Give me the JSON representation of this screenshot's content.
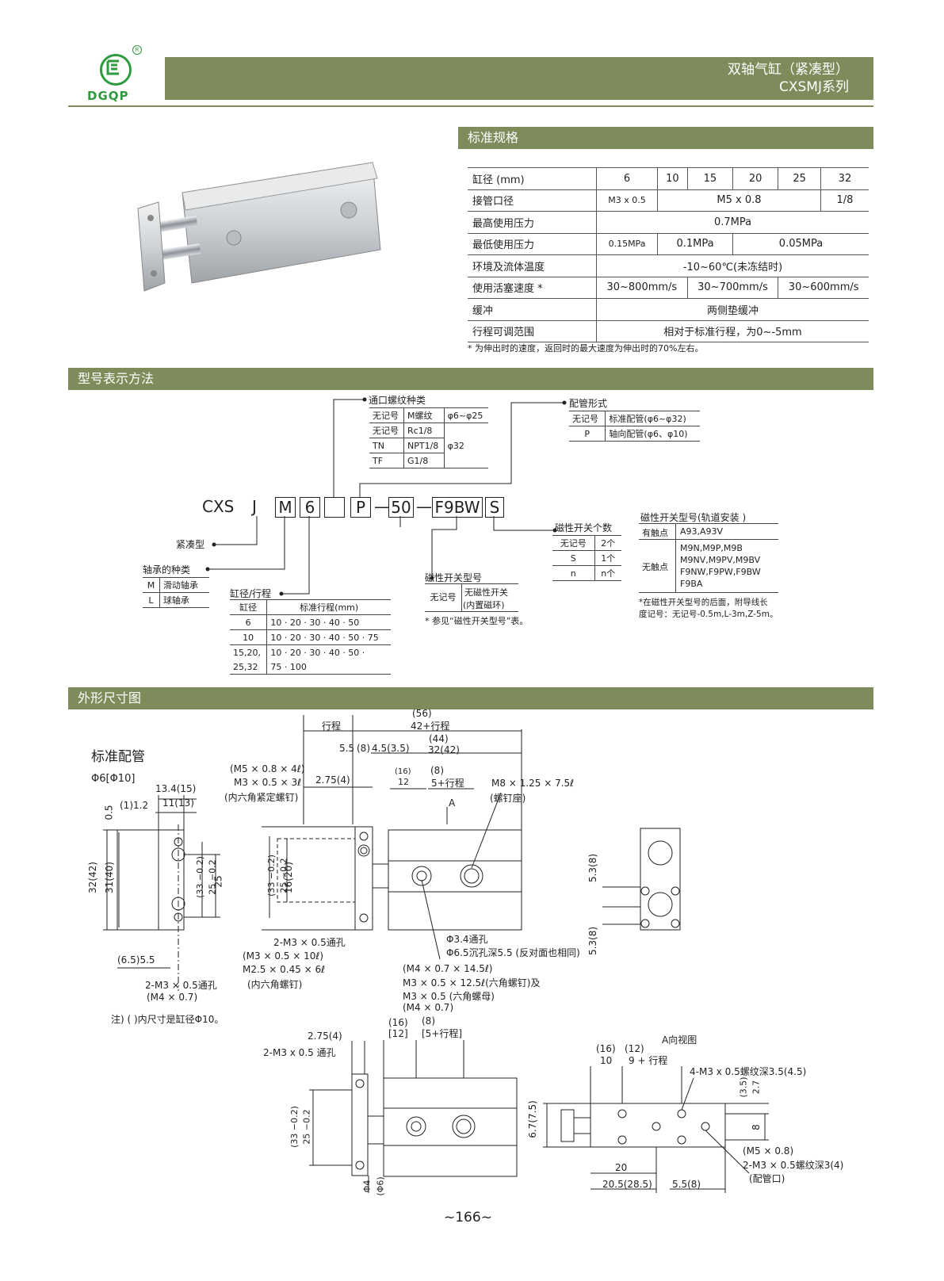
{
  "header": {
    "logo_text": "DGQP",
    "title_line1": "双轴气缸（紧凑型）",
    "title_line2": "CXSMJ系列"
  },
  "spec": {
    "section_title": "标准规格",
    "rows": [
      {
        "label": "缸径 (mm)",
        "cells": [
          "6",
          "10",
          "15",
          "20",
          "25",
          "32"
        ]
      },
      {
        "label": "接管口径",
        "cells": [
          "M3 x 0.5",
          "M5 x 0.8",
          "1/8"
        ]
      },
      {
        "label": "最高使用压力",
        "cells": [
          "0.7MPa"
        ]
      },
      {
        "label": "最低使用压力",
        "cells": [
          "0.15MPa",
          "0.1MPa",
          "0.05MPa"
        ]
      },
      {
        "label": "环境及流体温度",
        "cells": [
          "-10~60℃(未冻结时)"
        ]
      },
      {
        "label": "使用活塞速度 *",
        "cells": [
          "30~800mm/s",
          "30~700mm/s",
          "30~600mm/s"
        ]
      },
      {
        "label": "缓冲",
        "cells": [
          "两侧垫缓冲"
        ]
      },
      {
        "label": "行程可调范围",
        "cells": [
          "相对于标准行程，为0~-5mm"
        ]
      }
    ],
    "footnote": "* 为伸出时的速度，返回时的最大速度为伸出时的70%左右。"
  },
  "model": {
    "section_title": "型号表示方法",
    "code_parts": [
      "CXS",
      "J",
      "M",
      "6",
      "",
      "P",
      "—",
      "50",
      "—",
      "F9BW",
      "S"
    ],
    "thread": {
      "title": "通口螺纹种类",
      "rows": [
        [
          "无记号",
          "M螺纹",
          "φ6~φ25"
        ],
        [
          "无记号",
          "Rc1/8",
          ""
        ],
        [
          "TN",
          "NPT1/8",
          "φ32"
        ],
        [
          "TF",
          "G1/8",
          ""
        ]
      ]
    },
    "piping": {
      "title": "配管形式",
      "rows": [
        [
          "无记号",
          "标准配管(φ6~φ32)"
        ],
        [
          "P",
          "轴向配管(φ6、φ10)"
        ]
      ]
    },
    "compact_label": "紧凑型",
    "bearing": {
      "title": "轴承的种类",
      "rows": [
        [
          "M",
          "滑动轴承"
        ],
        [
          "L",
          "球轴承"
        ]
      ]
    },
    "bore_stroke": {
      "title": "缸径/行程",
      "header": [
        "缸径",
        "标准行程(mm)"
      ],
      "rows": [
        [
          "6",
          "10 · 20 · 30 · 40 · 50"
        ],
        [
          "10",
          "10 · 20 · 30 · 40 · 50 · 75"
        ],
        [
          "15,20,",
          "10 · 20 · 30 · 40 · 50 ·"
        ],
        [
          "25,32",
          "75 · 100"
        ]
      ]
    },
    "switch_type": {
      "title": "磁性开关型号",
      "rows": [
        [
          "无记号",
          "无磁性开关",
          "(内置磁环)"
        ]
      ],
      "note": "* 参见“磁性开关型号”表。"
    },
    "switch_count": {
      "title": "磁性开关个数",
      "rows": [
        [
          "无记号",
          "2个"
        ],
        [
          "S",
          "1个"
        ],
        [
          "n",
          "n个"
        ]
      ]
    },
    "switch_model": {
      "title": "磁性开关型号(轨道安装 )",
      "rows": [
        [
          "有触点",
          "A93,A93V"
        ],
        [
          "无触点",
          "M9N,M9P,M9B"
        ],
        [
          "",
          "M9NV,M9PV,M9BV"
        ],
        [
          "",
          "F9NW,F9PW,F9BW"
        ],
        [
          "",
          "F9BA"
        ]
      ],
      "note1": "*在磁性开关型号的后面，附导线长",
      "note2": "度记号：无记号-0.5m,L-3m,Z-5m。"
    }
  },
  "dims": {
    "section_title": "外形尺寸图",
    "subtitle": "标准配管",
    "bore_note": "Φ6[Φ10]",
    "note": "注) ( )内尺寸是缸径Φ10。",
    "labels": {
      "stroke": "行程",
      "d56": "(56)",
      "d42": "42+行程",
      "d44": "(44)",
      "d32": "32(42)",
      "d55": "5.5",
      "d8": "(8)",
      "d45": "4.5(3.5)",
      "m5": "(M5 × 0.8 × 4ℓ)",
      "m3": "M3 × 0.5 × 3ℓ",
      "hexset": "(内六角紧定螺钉)",
      "d275": "2.75(4)",
      "d16": "(16)",
      "d12": "12",
      "d8b": "(8)",
      "d5s": "5+行程",
      "m8": "M8 × 1.25 × 7.5ℓ",
      "boss": "(螺钉座)",
      "a": "A",
      "d134": "13.4(15)",
      "d11": "11(13)",
      "d05": "0.5",
      "d12b": "(1)1.2",
      "d31": "31(40)",
      "d33": "(33 −0.2)",
      "d25": "25 −0.2",
      "d25b": "25",
      "d16b": "16(20)",
      "d65": "(6.5)5.5",
      "thru1": "2-M3 × 0.5通孔",
      "m4a": "(M4 × 0.7)",
      "m3b": "(M3 × 0.5 × 10ℓ)",
      "m25": "M2.5 × 0.45 × 6ℓ",
      "hexb": "(内六角螺钉)",
      "thru2": "2-M3 × 0.5通孔",
      "phi34": "Φ3.4通孔",
      "phi65": "Φ6.5沉孔深5.5 (反对面也相同)",
      "m4b": "(M4 × 0.7 × 14.5ℓ)",
      "m3c": "M3 × 0.5 × 12.5ℓ(六角螺钉)及",
      "m3d": "M3 × 0.5 (六角螺母)",
      "m4c": "(M4 × 0.7)",
      "d53a": "5.3(8)",
      "d53b": "5.3(8)",
      "d275b": "2.75(4)",
      "thru3": "2-M3 x 0.5 通孔",
      "d16c": "(16)",
      "d12c": "[12]",
      "d8c": "(8)",
      "d5sc": "[5+行程]",
      "d33b": "(33 −0.2)",
      "d25c": "25 −0.2",
      "phi4": "Φ4",
      "phi6": "(Φ6)",
      "aview": "A向视图",
      "d16d": "(16)",
      "d12d": "(12)",
      "d10": "10",
      "d9s": "9 + 行程",
      "m3e": "4-M3 x 0.5螺纹深3.5(4.5)",
      "d35": "(3.5)",
      "d27": "2.7",
      "d67": "6.7(7.5)",
      "d8d": "8",
      "d20": "20",
      "d205": "20.5(28.5)",
      "d55b": "5.5(8)",
      "m5b": "(M5 × 0.8)",
      "m3f": "2-M3 × 0.5螺纹深3(4)",
      "port": "(配管口)"
    }
  },
  "footer": {
    "page": "~166~"
  }
}
